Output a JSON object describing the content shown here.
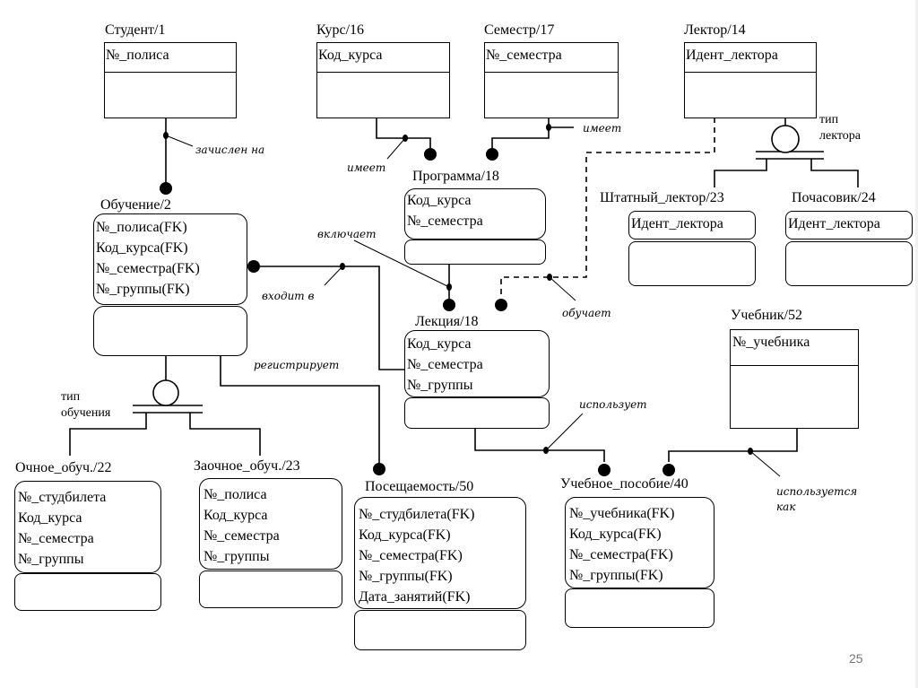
{
  "slide": {
    "page_number": "25"
  },
  "entities": {
    "student": {
      "title": "Студент/1",
      "attrs": [
        "№_полиса"
      ]
    },
    "course": {
      "title": "Курс/16",
      "attrs": [
        "Код_курса"
      ]
    },
    "semester": {
      "title": "Семестр/17",
      "attrs": [
        "№_семестра"
      ]
    },
    "lecturer": {
      "title": "Лектор/14",
      "attrs": [
        "Идент_лектора"
      ]
    },
    "program": {
      "title": "Программа/18",
      "attrs": [
        "Код_курса",
        "№_семестра"
      ]
    },
    "staff_lecturer": {
      "title": "Штатный_лектор/23",
      "attrs": [
        "Идент_лектора"
      ]
    },
    "hourly": {
      "title": "Почасовик/24",
      "attrs": [
        "Идент_лектора"
      ]
    },
    "education": {
      "title": "Обучение/2",
      "attrs": [
        "№_полиса(FK)",
        "Код_курса(FK)",
        "№_семестра(FK)",
        "№_группы(FK)"
      ]
    },
    "lecture": {
      "title": "Лекция/18",
      "attrs": [
        "Код_курса",
        "№_семестра",
        "№_группы"
      ]
    },
    "textbook": {
      "title": "Учебник/52",
      "attrs": [
        "№_учебника"
      ]
    },
    "fulltime": {
      "title": "Очное_обуч./22",
      "attrs": [
        "№_студбилета",
        "Код_курса",
        "№_семестра",
        "№_группы"
      ]
    },
    "parttime": {
      "title": "Заочное_обуч./23",
      "attrs": [
        "№_полиса",
        "Код_курса",
        "№_семестра",
        "№_группы"
      ]
    },
    "attendance": {
      "title": "Посещаемость/50",
      "attrs": [
        "№_студбилета(FK)",
        "Код_курса(FK)",
        "№_семестра(FK)",
        "№_группы(FK)",
        "Дата_занятий(FK)"
      ]
    },
    "study_aid": {
      "title": "Учебное_пособие/40",
      "attrs": [
        "№_учебника(FK)",
        "Код_курса(FK)",
        "№_семестра(FK)",
        "№_группы(FK)"
      ]
    }
  },
  "relationships": {
    "enrolled": "зачислен на",
    "has_course": "имеет",
    "has_sem": "имеет",
    "includes": "включает",
    "enters": "входит в",
    "teaches": "обучает",
    "registers": "регистрирует",
    "uses": "использует",
    "used_as": "используется как"
  },
  "categories": {
    "lecturer_type_line1": "тип",
    "lecturer_type_line2": "лектора",
    "education_type_line1": "тип",
    "education_type_line2": "обучения"
  }
}
